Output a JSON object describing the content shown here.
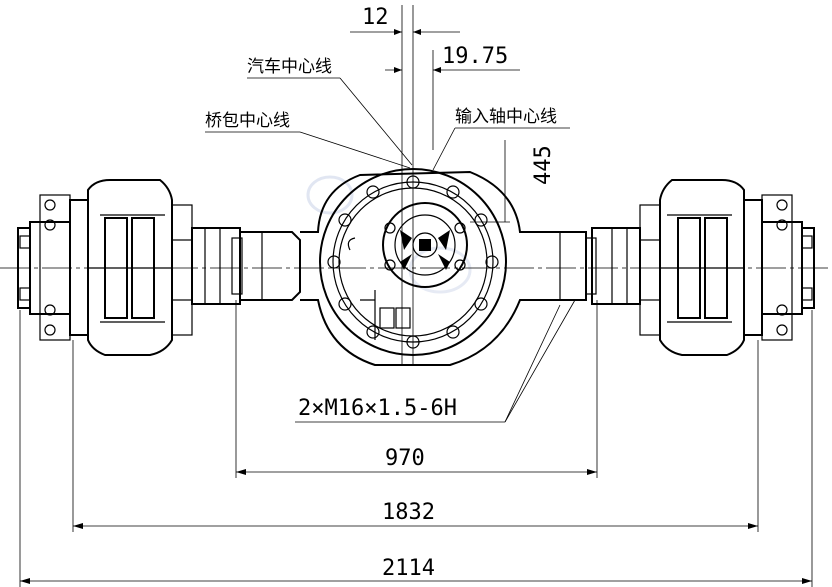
{
  "labels": {
    "vehicle_centerline": "汽车中心线",
    "axle_housing_centerline": "桥包中心线",
    "input_shaft_centerline": "输入轴中心线"
  },
  "dimensions": {
    "d_12": "12",
    "d_19_75": "19.75",
    "d_445": "445",
    "thread_spec": "2×M16×1.5-6H",
    "d_970": "970",
    "d_1832": "1832",
    "d_2114": "2114"
  },
  "colors": {
    "line": "#000000",
    "watermark": "#cdd6ea",
    "background": "#ffffff"
  }
}
